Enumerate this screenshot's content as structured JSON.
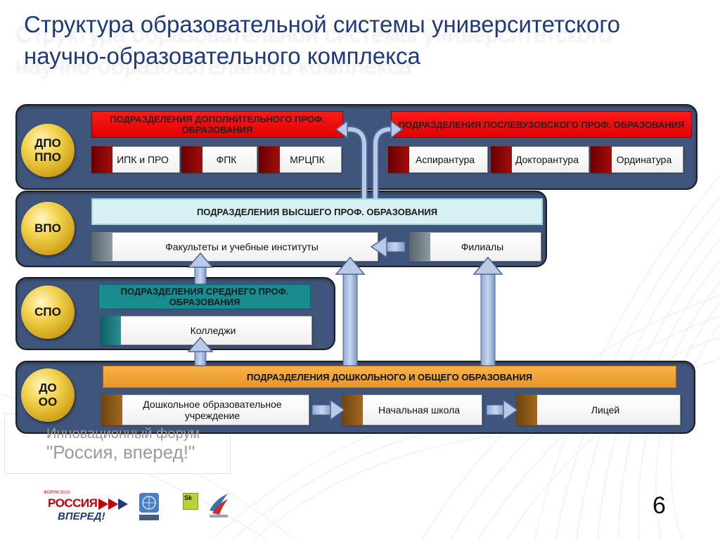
{
  "title": "Структура образовательной системы университетского научно-образовательного комплекса",
  "levels": {
    "dpo": {
      "label_1": "ДПО",
      "label_2": "ППО",
      "header_left": "ПОДРАЗДЕЛЕНИЯ ДОПОЛНИТЕЛЬНОГО ПРОФ. ОБРАЗОВАНИЯ",
      "header_right": "ПОДРАЗДЕЛЕНИЯ ПОСЛЕВУЗОВСКОГО ПРОФ. ОБРАЗОВАНИЯ",
      "units": [
        "ИПК и ПРО",
        "ФПК",
        "МРЦПК",
        "Аспирантура",
        "Докторантура",
        "Ординатура"
      ]
    },
    "vpo": {
      "label": "ВПО",
      "header": "ПОДРАЗДЕЛЕНИЯ ВЫСШЕГО ПРОФ. ОБРАЗОВАНИЯ",
      "units": [
        "Факультеты и учебные институты",
        "Филиалы"
      ]
    },
    "spo": {
      "label": "СПО",
      "header": "ПОДРАЗДЕЛЕНИЯ СРЕДНЕГО ПРОФ. ОБРАЗОВАНИЯ",
      "units": [
        "Колледжи"
      ]
    },
    "do": {
      "label_1": "ДО",
      "label_2": "ОО",
      "header": "ПОДРАЗДЕЛЕНИЯ ДОШКОЛЬНОГО И ОБЩЕГО ОБРАЗОВАНИЯ",
      "units": [
        "Дошкольное образовательное учреждение",
        "Начальная школа",
        "Лицей"
      ]
    }
  },
  "footer": {
    "forum_line1": "Инновационный форум",
    "forum_line2": "\"Россия, вперед!\"",
    "logo_line1": "РОССИЯ",
    "logo_line2": "ВПЕРЕД!",
    "logo_small": "ФОРУМ 2010",
    "sk_logo": "Sk",
    "page_number": "6"
  },
  "colors": {
    "title": "#1f3a78",
    "panel": "#40557c",
    "red_header": "#ff0000",
    "cyan_header": "#d6f0f3",
    "teal_header": "#1a8c8f",
    "orange_header": "#f0a63a",
    "gold_circle": "#f3d24c",
    "arrow": "#7f9bc8"
  },
  "icons": [
    "arrow-up-icon",
    "arrow-left-icon",
    "arrow-right-icon",
    "curved-arrow-icon"
  ]
}
